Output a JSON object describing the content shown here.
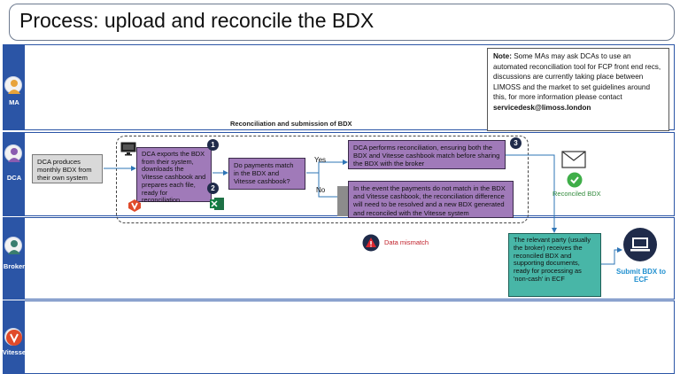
{
  "title": "Process: upload and reconcile the BDX",
  "lanes": [
    {
      "label": "MA",
      "icon": "person-icon"
    },
    {
      "label": "DCA",
      "icon": "person-icon"
    },
    {
      "label": "Broker",
      "icon": "person-icon"
    },
    {
      "label": "Vitesse",
      "icon": "vitesse-logo-icon"
    }
  ],
  "note": {
    "bold_prefix": "Note:",
    "text": " Some MAs may ask DCAs to use an automated reconciliation tool for FCP front end recs, discussions are currently taking place between LIMOSS and the market to set guidelines around this, for more information please contact ",
    "email": "servicedesk@limoss.london"
  },
  "section_title": "Reconciliation and submission of BDX",
  "steps": {
    "produce": "DCA produces monthly BDX from their own system",
    "export": "DCA exports the BDX from their system, downloads the Vitesse cashbook and prepares each file, ready for reconciliation",
    "decision": "Do payments match in the BDX and Vitesse cashbook?",
    "reconcile": "DCA performs reconciliation, ensuring both the BDX and Vitesse cashbook match before sharing the BDX with the broker",
    "mismatch_resolve": "In the event the payments do not match in the BDX and Vitesse cashbook, the reconciliation difference will need to be resolved and a new BDX generated and reconciled with the Vitesse system",
    "broker": "The relevant party (usually the broker) receives the reconciled BDX and supporting documents, ready for processing as 'non-cash' in ECF"
  },
  "branches": {
    "yes": "Yes",
    "no": "No"
  },
  "badges": [
    "1",
    "2",
    "3"
  ],
  "reconciled_label": "Reconciled BDX",
  "data_mismatch_label": "Data mismatch",
  "submit_label": "Submit BDX to ECF",
  "colors": {
    "lane": "#2b55a6",
    "purple": "#a07ab9",
    "teal": "#48b6a7",
    "arrow": "#2e75b6",
    "grey_box": "#d9d9d9",
    "warning": "#c0202a",
    "accent_blue": "#1f8fcf"
  }
}
